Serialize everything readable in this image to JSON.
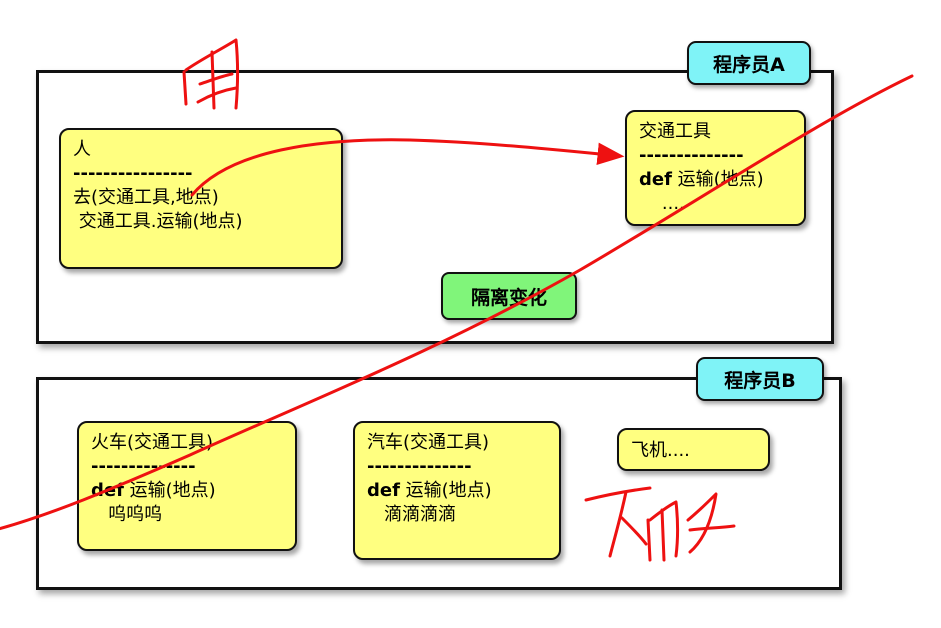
{
  "programmer_a": {
    "label": "程序员A"
  },
  "programmer_b": {
    "label": "程序员B"
  },
  "person": {
    "title": "人",
    "separator": "----------------",
    "method": "去(交通工具,地点)",
    "body": " 交通工具.运输(地点)"
  },
  "vehicle": {
    "title": "交通工具",
    "separator": "--------------",
    "method_kw": "def",
    "method": " 运输(地点)",
    "body": "    ...."
  },
  "isolation": {
    "label": "隔离变化"
  },
  "train": {
    "title": "火车(交通工具)",
    "separator": "--------------",
    "method_kw": "def",
    "method": " 运输(地点)",
    "body": "   呜呜呜"
  },
  "car": {
    "title": "汽车(交通工具)",
    "separator": "--------------",
    "method_kw": "def",
    "method": " 运输(地点)",
    "body": "   滴滴滴滴"
  },
  "plane": {
    "title": "飞机...."
  },
  "annotations": {
    "ink_color": "#ee1111",
    "top_handwriting": "用",
    "bottom_handwriting": "不用"
  }
}
